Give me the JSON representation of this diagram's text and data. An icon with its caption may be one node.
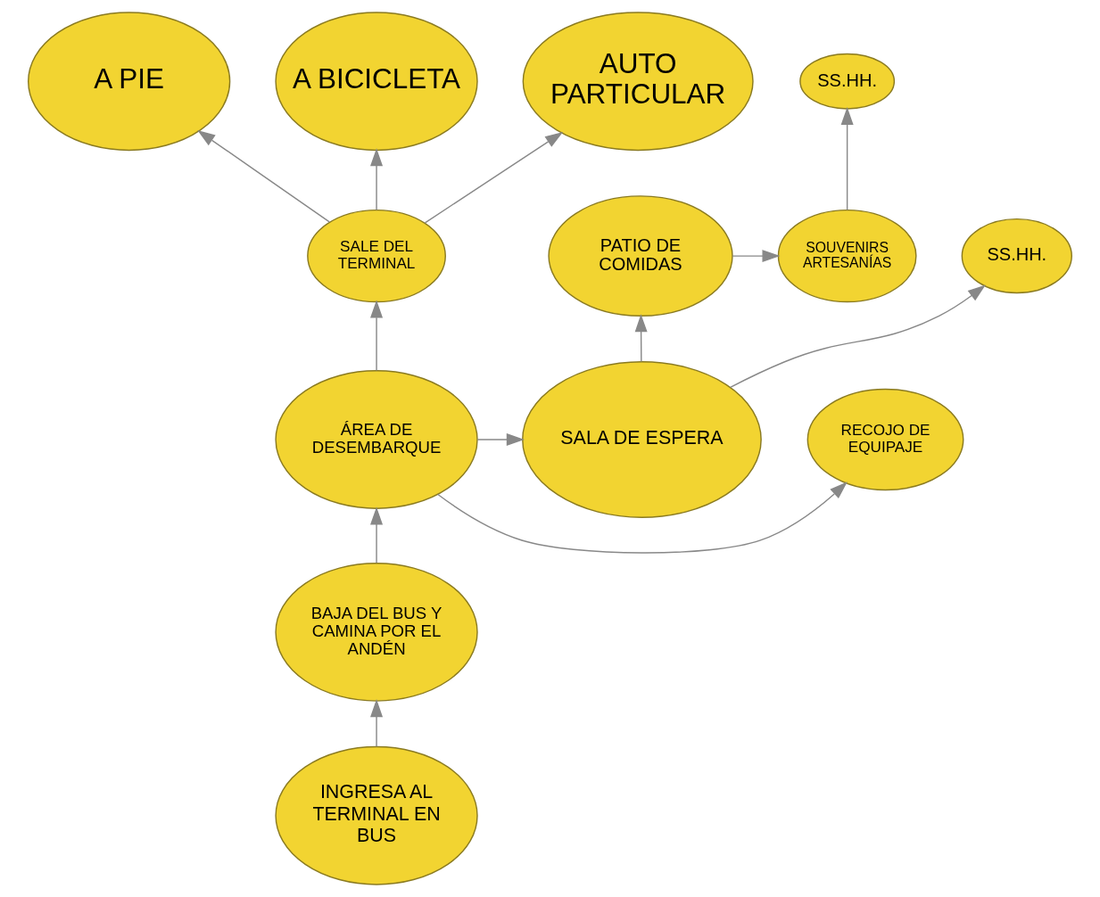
{
  "diagram": {
    "nodes": [
      {
        "text": [
          "A PIE"
        ]
      },
      {
        "text": [
          "A BICICLETA"
        ]
      },
      {
        "text": [
          "AUTO PARTICULAR"
        ]
      },
      {
        "text": [
          "SALE DEL TERMINAL"
        ]
      },
      {
        "text": [
          "PATIO DE COMIDAS"
        ]
      },
      {
        "text": [
          "RECOJO DE EQUIPAJE"
        ]
      },
      {
        "text": [
          "ÁREA DE DESEMBARQUE"
        ]
      },
      {
        "text": [
          "SALA DE ESPERA"
        ]
      },
      {
        "text": [
          "SOUVENIRS ARTESANÍAS"
        ]
      },
      {
        "text": [
          "SS.HH."
        ]
      },
      {
        "text": [
          "SS.HH."
        ]
      },
      {
        "text": [
          "BAJA DEL BUS Y CAMINA POR EL ANDÉN"
        ]
      },
      {
        "text": [
          "INGRESA AL TERMINAL EN BUS"
        ]
      }
    ],
    "edges": [
      {
        "from": 12,
        "to": 11,
        "arrow": "to"
      },
      {
        "from": 11,
        "to": 6,
        "arrow": "to"
      },
      {
        "from": 6,
        "to": 3,
        "arrow": "to"
      },
      {
        "from": 3,
        "to": 0,
        "arrow": "to"
      },
      {
        "from": 3,
        "to": 1,
        "arrow": "to"
      },
      {
        "from": 3,
        "to": 2,
        "arrow": "to"
      },
      {
        "from": 6,
        "to": 5,
        "arrow": "to"
      },
      {
        "from": 6,
        "to": 7,
        "arrow": "to"
      },
      {
        "from": 7,
        "to": 4,
        "arrow": "to"
      },
      {
        "from": 4,
        "to": 8,
        "arrow": "to"
      },
      {
        "from": 8,
        "to": 10,
        "arrow": "to"
      },
      {
        "from": 7,
        "to": 9,
        "arrow": "to"
      }
    ]
  }
}
